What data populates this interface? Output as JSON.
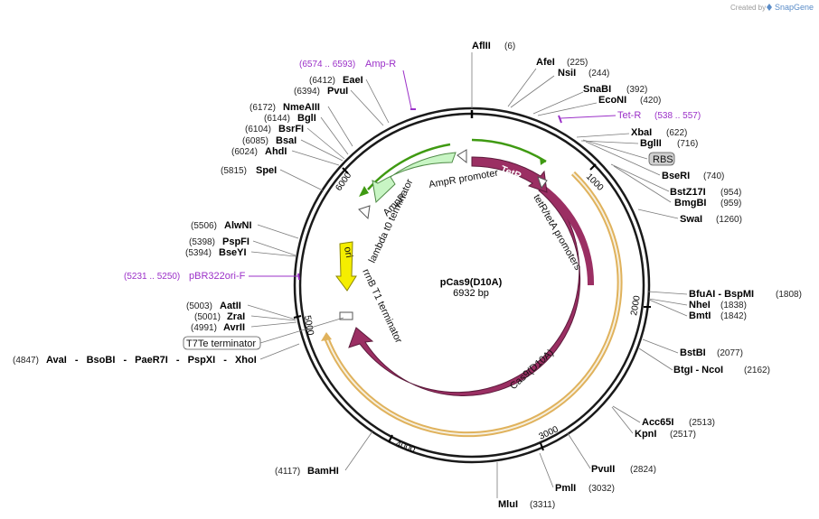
{
  "credit": {
    "prefix": "Created by",
    "brand": "SnapGene"
  },
  "plasmid": {
    "name": "pCas9(D10A)",
    "size": "6932 bp"
  },
  "ticks": [
    "1000",
    "2000",
    "3000",
    "4000",
    "5000",
    "6000"
  ],
  "enzymes": [
    {
      "name": "AflII",
      "pos": "(6)"
    },
    {
      "name": "AfeI",
      "pos": "(225)"
    },
    {
      "name": "NsiI",
      "pos": "(244)"
    },
    {
      "name": "SnaBI",
      "pos": "(392)"
    },
    {
      "name": "EcoNI",
      "pos": "(420)"
    },
    {
      "name": "XbaI",
      "pos": "(622)"
    },
    {
      "name": "BglII",
      "pos": "(716)"
    },
    {
      "name": "BseRI",
      "pos": "(740)"
    },
    {
      "name": "BstZ17I",
      "pos": "(954)"
    },
    {
      "name": "BmgBI",
      "pos": "(959)"
    },
    {
      "name": "SwaI",
      "pos": "(1260)"
    },
    {
      "name": "BfuAI - BspMI",
      "pos": "(1808)"
    },
    {
      "name": "NheI",
      "pos": "(1838)"
    },
    {
      "name": "BmtI",
      "pos": "(1842)"
    },
    {
      "name": "BstBI",
      "pos": "(2077)"
    },
    {
      "name": "BtgI - NcoI",
      "pos": "(2162)"
    },
    {
      "name": "Acc65I",
      "pos": "(2513)"
    },
    {
      "name": "KpnI",
      "pos": "(2517)"
    },
    {
      "name": "PvuII",
      "pos": "(2824)"
    },
    {
      "name": "PmlI",
      "pos": "(3032)"
    },
    {
      "name": "MluI",
      "pos": "(3311)"
    },
    {
      "name": "BamHI",
      "pos": "(4117)"
    },
    {
      "name": "AvaI - BsoBI - PaeR7I - PspXI - XhoI",
      "pos": "(4847)"
    },
    {
      "name": "AvrII",
      "pos": "(4991)"
    },
    {
      "name": "ZraI",
      "pos": "(5001)"
    },
    {
      "name": "AatII",
      "pos": "(5003)"
    },
    {
      "name": "BseYI",
      "pos": "(5394)"
    },
    {
      "name": "PspFI",
      "pos": "(5398)"
    },
    {
      "name": "AlwNI",
      "pos": "(5506)"
    },
    {
      "name": "SpeI",
      "pos": "(5815)"
    },
    {
      "name": "AhdI",
      "pos": "(6024)"
    },
    {
      "name": "BsaI",
      "pos": "(6085)"
    },
    {
      "name": "BsrFI",
      "pos": "(6104)"
    },
    {
      "name": "BglI",
      "pos": "(6144)"
    },
    {
      "name": "NmeAIII",
      "pos": "(6172)"
    },
    {
      "name": "PvuI",
      "pos": "(6394)"
    },
    {
      "name": "EaeI",
      "pos": "(6412)"
    }
  ],
  "primers": [
    {
      "range": "(6574 .. 6593)",
      "name": "Amp-R"
    },
    {
      "name": "Tet-R",
      "range": "(538 .. 557)"
    },
    {
      "range": "(5231 .. 5250)",
      "name": "pBR322ori-F"
    }
  ],
  "features": {
    "tetR": "TetR",
    "tetR_promoters": "tetR/tetA promoters",
    "ampR_promoter": "AmpR promoter",
    "ampR": "AmpR",
    "lambda": "lambda t0 terminator",
    "ori": "ori",
    "rrnB": "rrnB T1 terminator",
    "cas9": "Cas9(D10A)",
    "rbs": "RBS",
    "t7te": "T7Te terminator"
  },
  "colors": {
    "cas9": "#9b2f63",
    "ampR": "#c8f5c4",
    "ori": "#f5ee00",
    "orf": "#f6c27a",
    "primer": "#9b30c8",
    "green_arrow": "#3f9a12"
  }
}
